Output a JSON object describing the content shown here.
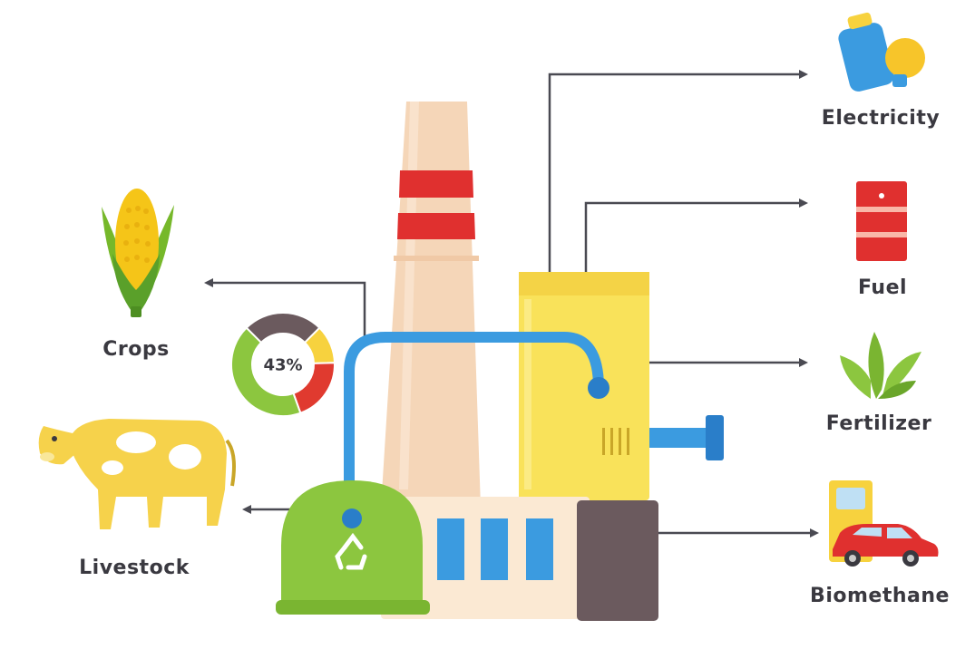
{
  "inputs": [
    {
      "id": "crops",
      "label": "Crops",
      "icon": "corn-icon"
    },
    {
      "id": "livestock",
      "label": "Livestock",
      "icon": "cow-icon"
    }
  ],
  "outputs": [
    {
      "id": "electricity",
      "label": "Electricity",
      "icon": "battery-lightbulb-icon"
    },
    {
      "id": "fuel",
      "label": "Fuel",
      "icon": "fuel-barrel-icon"
    },
    {
      "id": "fertilizer",
      "label": "Fertilizer",
      "icon": "plant-leaves-icon"
    },
    {
      "id": "biomethane",
      "label": "Biomethane",
      "icon": "car-charging-station-icon"
    }
  ],
  "donut": {
    "center_label": "43%",
    "segments": [
      {
        "color": "#8cc63f",
        "fraction": 0.43
      },
      {
        "color": "#e03a2f",
        "fraction": 0.2
      },
      {
        "color": "#f7d23e",
        "fraction": 0.12
      },
      {
        "color": "#6b5a5e",
        "fraction": 0.25
      }
    ]
  },
  "colors": {
    "arrow": "#4a4a52",
    "pipe": "#3b9be0",
    "digester": "#8cc63f",
    "tank": "#f9e25a",
    "chimney": "#f5d6b8",
    "chimney_stripe": "#e0302f"
  }
}
